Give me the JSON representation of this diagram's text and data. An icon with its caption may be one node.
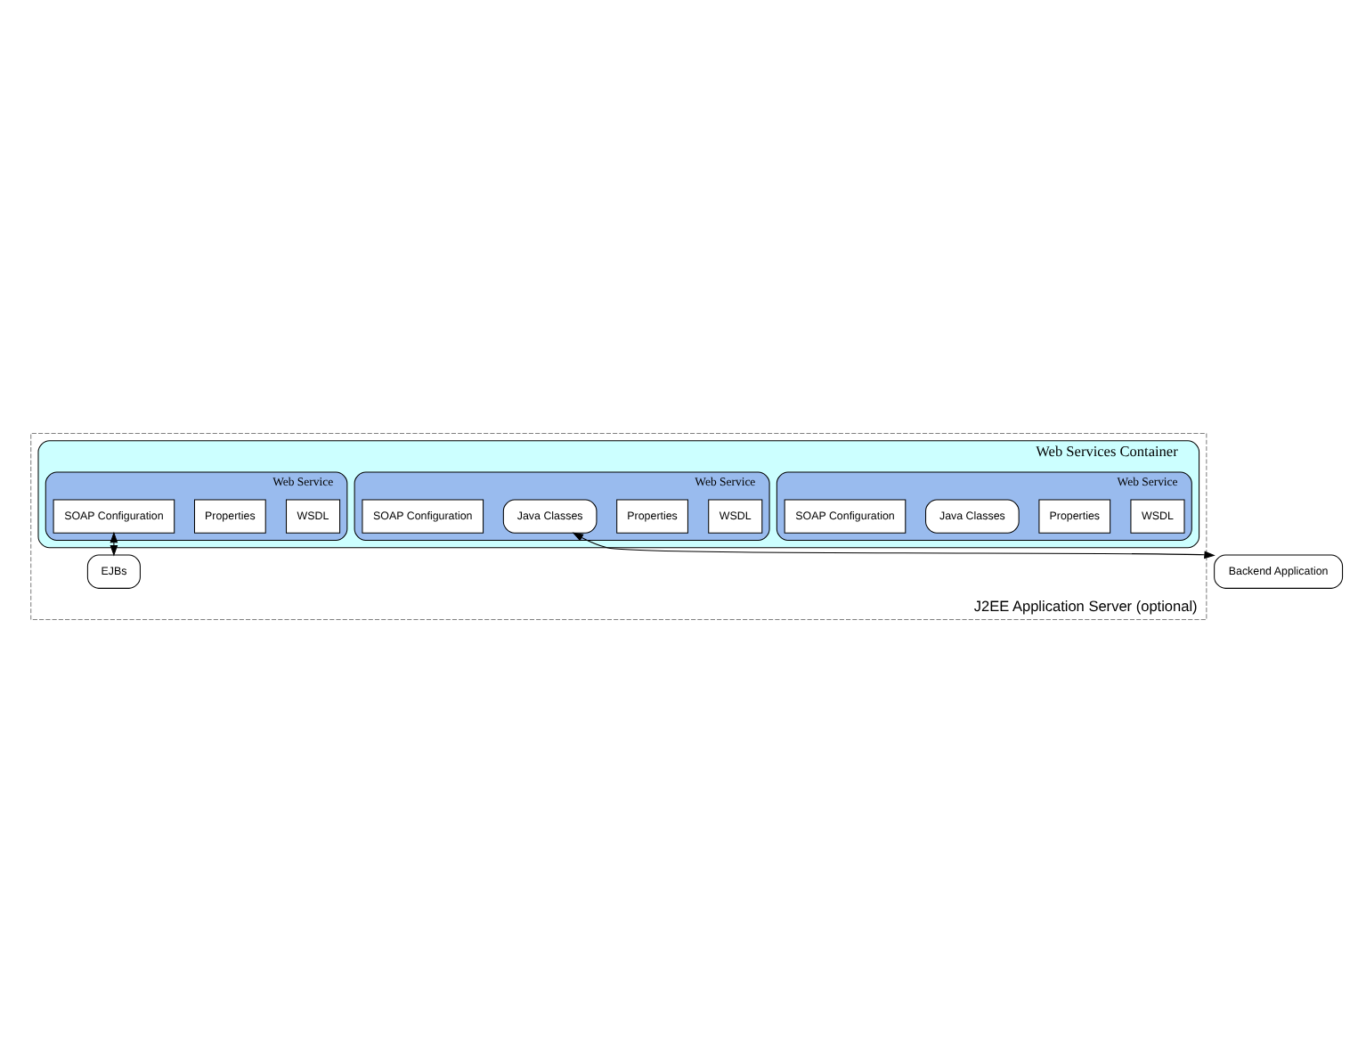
{
  "diagram": {
    "nodes": [
      {
        "text": [
          "J2EE Application Server (optional)"
        ]
      },
      {
        "text": [
          "Web Services Container"
        ],
        "in": 0
      },
      {
        "text": [
          "Web Service"
        ],
        "in": 1
      },
      {
        "text": [
          "WSDL"
        ],
        "in": 2
      },
      {
        "text": [
          "Properties"
        ],
        "in": 2
      },
      {
        "text": [
          "Java Classes"
        ],
        "in": 2
      },
      {
        "text": [
          "SOAP Configuration"
        ],
        "in": 2
      },
      {
        "text": [
          "Web Service"
        ],
        "in": 1
      },
      {
        "text": [
          "WSDL"
        ],
        "in": 7
      },
      {
        "text": [
          "Properties"
        ],
        "in": 7
      },
      {
        "text": [
          "SOAP Configuration"
        ],
        "in": 7
      },
      {
        "text": [
          "EJBs"
        ],
        "in": 0
      },
      {
        "text": [
          "Web Service"
        ],
        "in": 1
      },
      {
        "text": [
          "WSDL"
        ],
        "in": 12
      },
      {
        "text": [
          "Properties"
        ],
        "in": 12
      },
      {
        "text": [
          "Java Classes"
        ],
        "in": 12
      },
      {
        "text": [
          "SOAP Configuration"
        ],
        "in": 12
      },
      {
        "text": [
          "Backend Application"
        ]
      }
    ],
    "edges": [
      {
        "from": 10,
        "to": 11,
        "arrow": "both"
      },
      {
        "from": 15,
        "to": 17,
        "arrow": "both"
      }
    ]
  }
}
